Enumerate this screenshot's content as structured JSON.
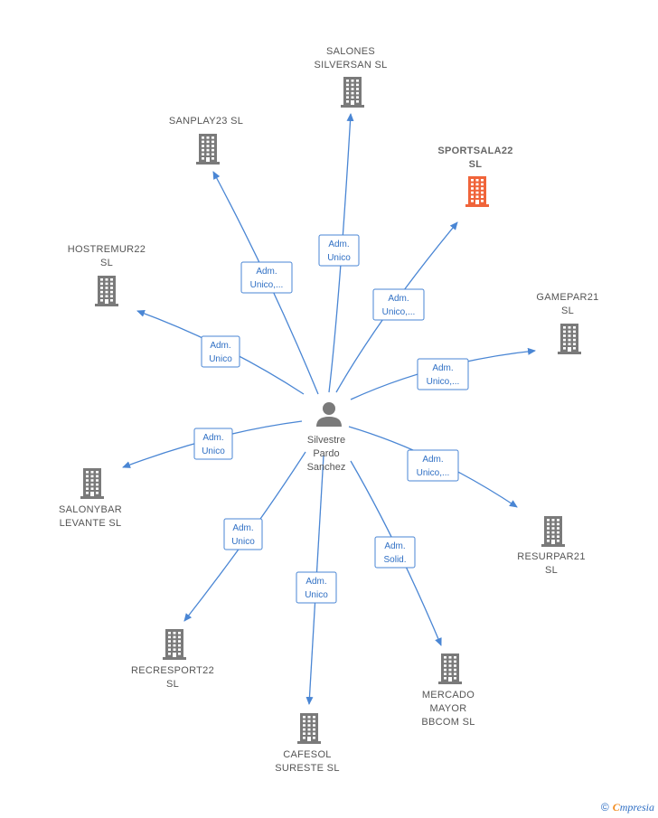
{
  "colors": {
    "edge": "#4a86d4",
    "building": "#7a7a7a",
    "building_highlight": "#f0643a",
    "person": "#7a7a7a"
  },
  "center": {
    "name_lines": [
      "Silvestre",
      "Pardo",
      "Sanchez"
    ],
    "icon": "person-icon"
  },
  "companies": [
    {
      "id": "salones",
      "lines": [
        "SALONES",
        "SILVERSAN  SL"
      ],
      "role": [
        "Adm.",
        "Unico"
      ],
      "highlight": false
    },
    {
      "id": "sanplay23",
      "lines": [
        "SANPLAY23  SL"
      ],
      "role": [
        "Adm.",
        "Unico,..."
      ],
      "highlight": false
    },
    {
      "id": "sportsala22",
      "lines": [
        "SPORTSALA22",
        "SL"
      ],
      "role": [
        "Adm.",
        "Unico,..."
      ],
      "highlight": true
    },
    {
      "id": "hostremur22",
      "lines": [
        "HOSTREMUR22",
        "SL"
      ],
      "role": [
        "Adm.",
        "Unico"
      ],
      "highlight": false
    },
    {
      "id": "gamepar21",
      "lines": [
        "GAMEPAR21",
        "SL"
      ],
      "role": [
        "Adm.",
        "Unico,..."
      ],
      "highlight": false
    },
    {
      "id": "salonybar",
      "lines": [
        "SALONYBAR",
        "LEVANTE  SL"
      ],
      "role": [
        "Adm.",
        "Unico"
      ],
      "highlight": false
    },
    {
      "id": "resurpar21",
      "lines": [
        "RESURPAR21",
        "SL"
      ],
      "role": [
        "Adm.",
        "Unico,..."
      ],
      "highlight": false
    },
    {
      "id": "recresport22",
      "lines": [
        "RECRESPORT22",
        "SL"
      ],
      "role": [
        "Adm.",
        "Unico"
      ],
      "highlight": false
    },
    {
      "id": "cafesol",
      "lines": [
        "CAFESOL",
        "SURESTE  SL"
      ],
      "role": [
        "Adm.",
        "Unico"
      ],
      "highlight": false
    },
    {
      "id": "mercado",
      "lines": [
        "MERCADO",
        "MAYOR",
        "BBCOM  SL"
      ],
      "role": [
        "Adm.",
        "Solid."
      ],
      "highlight": false
    }
  ],
  "footer": {
    "copyright": "©",
    "brand_initial": "C",
    "brand_rest": "mpresia"
  }
}
